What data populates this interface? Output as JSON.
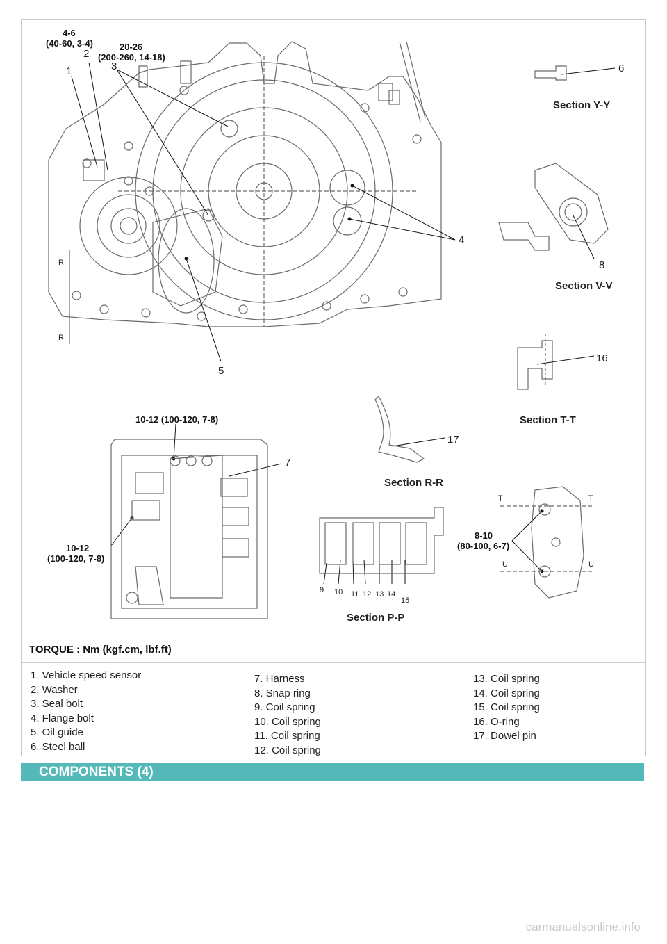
{
  "torques": {
    "t_4_6": "4-6",
    "t_4_6_units": "(40-60, 3-4)",
    "t_20_26": "20-26",
    "t_20_26_units": "(200-260, 14-18)",
    "t_10_12_top": "10-12 (100-120, 7-8)",
    "t_10_12_left": "10-12",
    "t_10_12_left_units": "(100-120, 7-8)",
    "t_8_10": "8-10",
    "t_8_10_units": "(80-100, 6-7)"
  },
  "callouts": {
    "n1": "1",
    "n2": "2",
    "n3": "3",
    "n4": "4",
    "n5": "5",
    "n6": "6",
    "n7": "7",
    "n8": "8",
    "n9": "9",
    "n10": "10",
    "n11": "11",
    "n12": "12",
    "n13": "13",
    "n14": "14",
    "n15": "15",
    "n16": "16",
    "n17": "17"
  },
  "sections": {
    "yy": "Section Y-Y",
    "vv": "Section V-V",
    "tt": "Section T-T",
    "rr": "Section R-R",
    "pp": "Section P-P"
  },
  "small_marks": {
    "r": "R",
    "t": "T",
    "u": "U"
  },
  "torque_note": "TORQUE : Nm (kgf.cm, lbf.ft)",
  "legend": {
    "col1": [
      "1.  Vehicle speed sensor",
      "2.  Washer",
      "3.  Seal bolt",
      "4.  Flange bolt",
      "5.  Oil guide",
      "6.  Steel ball"
    ],
    "col2": [
      "7.  Harness",
      "8.  Snap ring",
      "9.  Coil spring",
      "10.  Coil spring",
      "11.  Coil spring",
      "12.  Coil spring"
    ],
    "col3": [
      "13.  Coil spring",
      "14.  Coil spring",
      "15.  Coil spring",
      "16.  O-ring",
      "17.  Dowel pin"
    ]
  },
  "footer_title": "COMPONENTS (4)",
  "watermark": "carmanualsonline.info"
}
